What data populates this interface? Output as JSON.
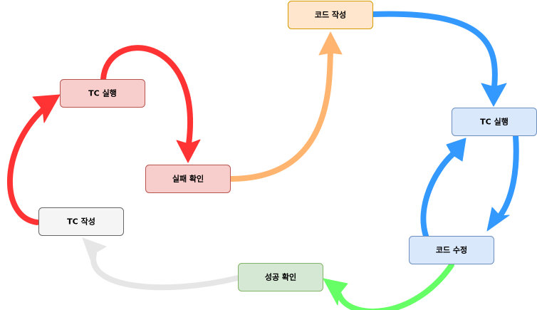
{
  "nodes": [
    {
      "id": "tc-run-left",
      "label": "TC 실행",
      "fill": "#f8cecc",
      "stroke": "#b85450"
    },
    {
      "id": "fail-check",
      "label": "실패 확인",
      "fill": "#f8cecc",
      "stroke": "#b85450"
    },
    {
      "id": "code-write",
      "label": "코드 작성",
      "fill": "#ffe6cc",
      "stroke": "#d79b00"
    },
    {
      "id": "tc-run-right",
      "label": "TC 실행",
      "fill": "#dae8fc",
      "stroke": "#6c8ebf"
    },
    {
      "id": "code-fix",
      "label": "코드 수정",
      "fill": "#dae8fc",
      "stroke": "#6c8ebf"
    },
    {
      "id": "success-check",
      "label": "성공 확인",
      "fill": "#d5e8d4",
      "stroke": "#82b366"
    },
    {
      "id": "tc-write",
      "label": "TC 작성",
      "fill": "#f5f5f5",
      "stroke": "#666666"
    }
  ],
  "edges": [
    {
      "from": "tc-write",
      "to": "tc-run-left",
      "color": "#ff3333"
    },
    {
      "from": "tc-run-left",
      "to": "fail-check",
      "color": "#ff3333"
    },
    {
      "from": "fail-check",
      "to": "code-write",
      "color": "#ffb570"
    },
    {
      "from": "code-write",
      "to": "tc-run-right",
      "color": "#3399ff"
    },
    {
      "from": "tc-run-right",
      "to": "code-fix",
      "color": "#3399ff"
    },
    {
      "from": "code-fix",
      "to": "tc-run-right",
      "color": "#3399ff"
    },
    {
      "from": "code-fix",
      "to": "success-check",
      "color": "#66ff66"
    },
    {
      "from": "success-check",
      "to": "tc-write",
      "color": "#e6e6e6"
    }
  ]
}
